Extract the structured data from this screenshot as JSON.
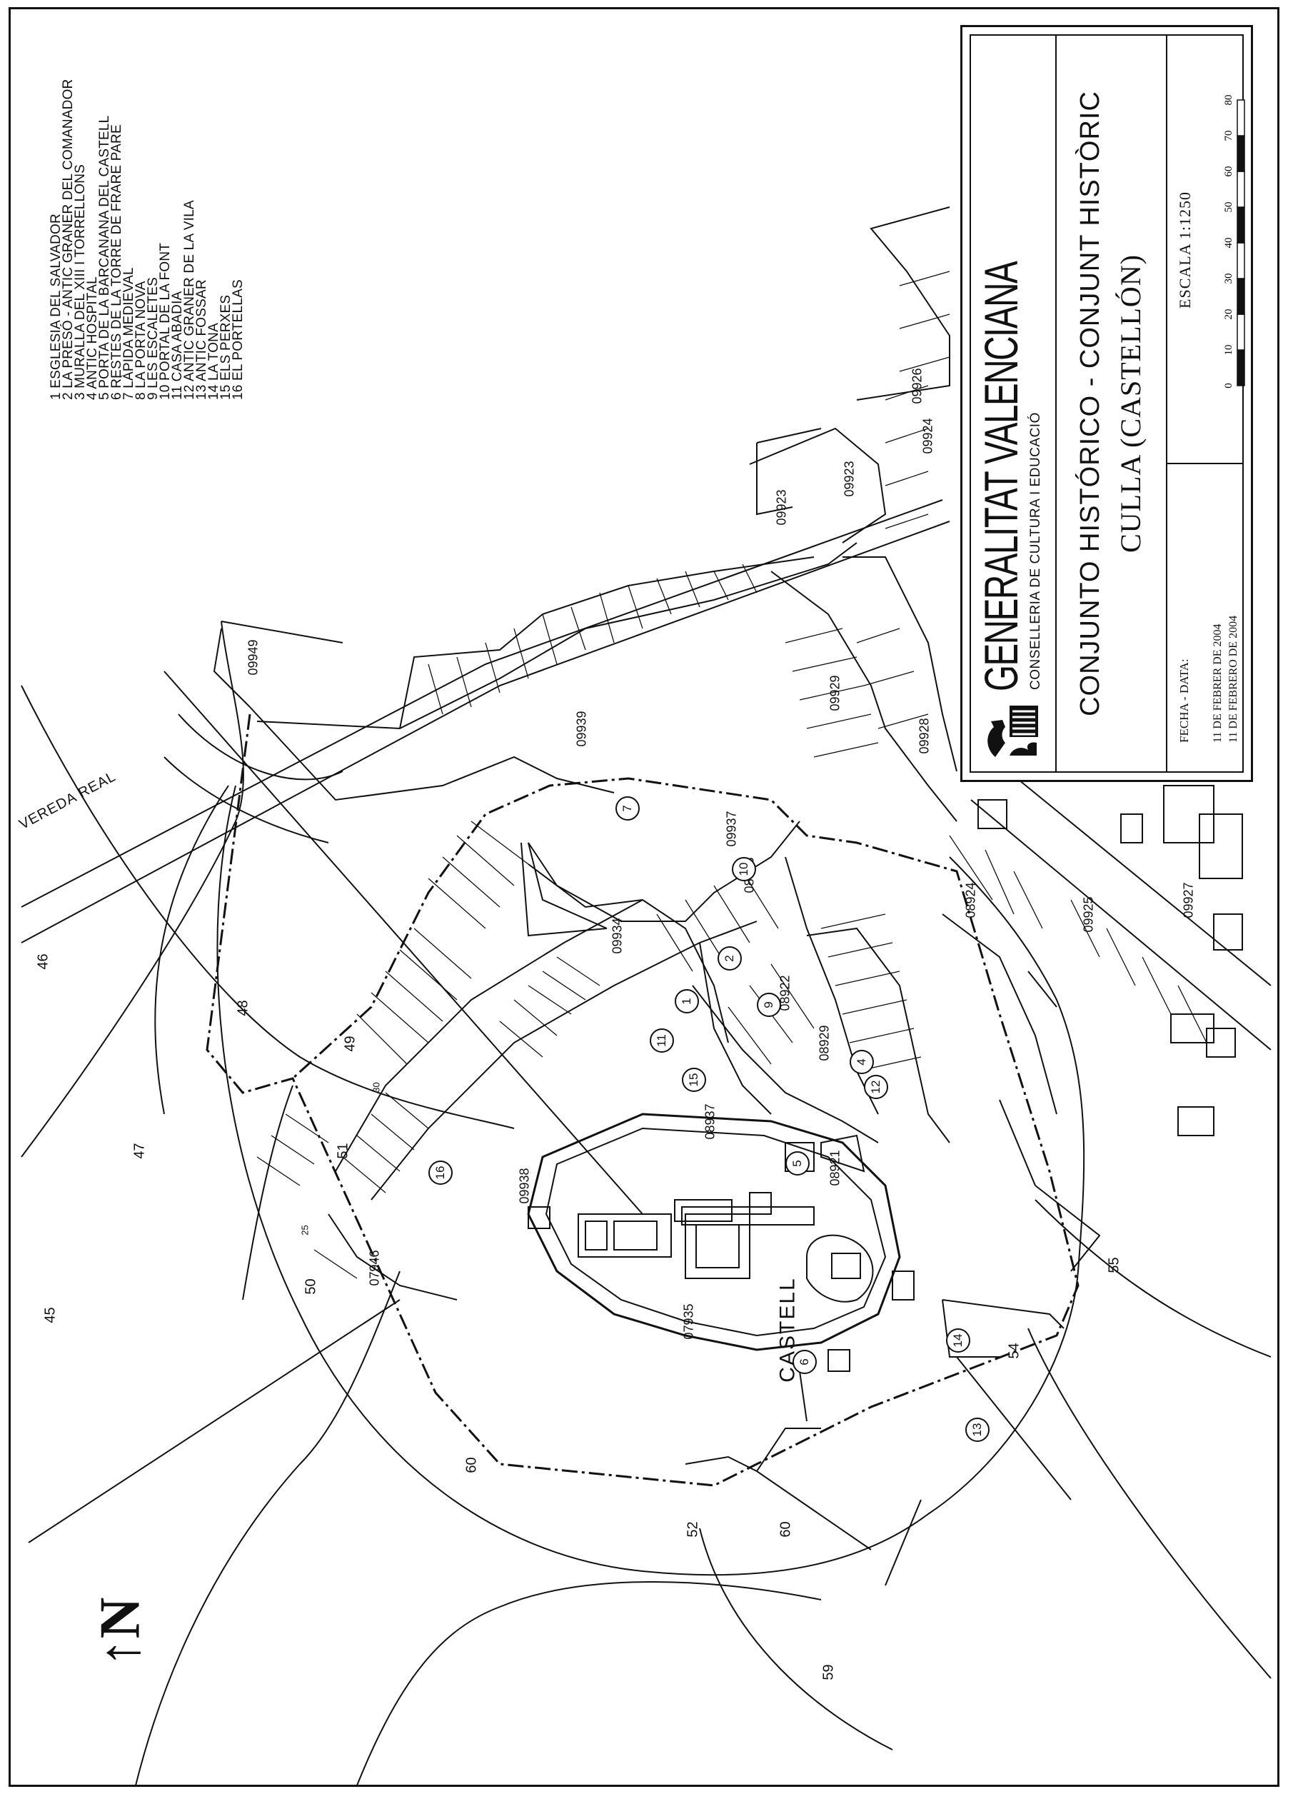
{
  "legend": {
    "items": [
      "1 ESGLESIA DEL SALVADOR",
      "2 LA PRESÓ - ANTIC GRANER DEL COMANADOR",
      "3 MURALLA DEL XIII I TORRELLONS",
      "4 ANTIC HOSPITAL",
      "5 PORTA DE LA BARCANANA DEL CASTELL",
      "6 RESTES DE LA TORRE DE FRARE PARE",
      "7 LÀPIDA MEDIEVAL",
      "8 LA PORTA NOVA",
      "9 LES ESCALETES",
      "10 PORTAL DE LA FONT",
      "11 CASA ABADIA",
      "12 ANTIC GRANER DE LA VILA",
      "13 ANTIC FOSSAR",
      "14 LA TONA",
      "15 ELS PERXES",
      "16 EL PORTELLAS"
    ]
  },
  "title_block": {
    "org": "GENERALITAT VALENCIANA",
    "dept": "CONSELLERIA DE CULTURA I EDUCACIÓ",
    "title_line1": "CONJUNTO HISTÓRICO - CONJUNT HISTÒRIC",
    "title_line2": "CULLA (CASTELLÓN)",
    "date_label": "FECHA - DATA:",
    "date_es": "11 DE FEBRERO DE 2004",
    "date_va": "11 DE FEBRER DE 2004",
    "scale_label": "ESCALA 1:1250",
    "scale_ticks": [
      "0",
      "10",
      "20",
      "30",
      "40",
      "50",
      "60",
      "70",
      "80"
    ]
  },
  "map": {
    "road_label": "VEREDA REAL",
    "castle_label": "CASTELL",
    "north_label": "N",
    "zone_numbers": [
      "46",
      "47",
      "48",
      "49",
      "45",
      "50",
      "51",
      "60",
      "60",
      "52",
      "59",
      "55",
      "54",
      "30",
      "25"
    ],
    "parcel_codes": [
      "09949",
      "09939",
      "09937",
      "09934",
      "09923",
      "09924",
      "09926",
      "09927",
      "09928",
      "09925",
      "08924",
      "08923",
      "09938",
      "08937",
      "08929",
      "08921",
      "08922",
      "07935",
      "07946",
      "09923",
      "09929"
    ],
    "monument_markers": [
      "1",
      "2",
      "4",
      "5",
      "6",
      "7",
      "9",
      "10",
      "11",
      "12",
      "13",
      "14",
      "15",
      "16"
    ]
  }
}
